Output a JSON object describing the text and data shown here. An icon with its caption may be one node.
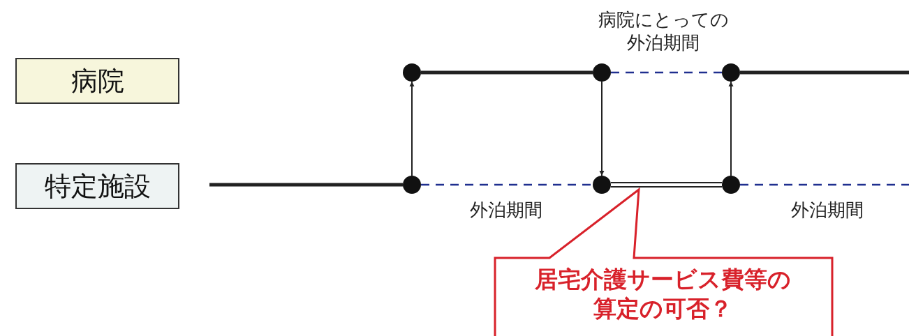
{
  "diagram": {
    "nodes": [
      {
        "text": [
          "病院"
        ]
      },
      {
        "text": [
          "特定施設"
        ]
      },
      {
        "text": [],
        "shape": "circle"
      },
      {
        "text": [],
        "shape": "circle"
      },
      {
        "text": [],
        "shape": "circle"
      },
      {
        "text": [],
        "shape": "circle"
      },
      {
        "text": [],
        "shape": "circle"
      },
      {
        "text": [],
        "shape": "circle"
      },
      {
        "text": [
          "居宅介護サービス費等の算定の可否？"
        ]
      }
    ],
    "edges": [
      {
        "from": 2,
        "to": 3,
        "arrow": "none",
        "style": "thick"
      },
      {
        "from": 3,
        "to": 4,
        "arrow": "none",
        "style": "dashed",
        "color": "#1f2f8f",
        "label": "病院にとっての外泊期間"
      },
      {
        "from": 4,
        "to": null,
        "arrow": "none",
        "style": "thick"
      },
      {
        "from": null,
        "to": 5,
        "arrow": "none",
        "style": "thick"
      },
      {
        "from": 5,
        "to": 6,
        "arrow": "none",
        "style": "dashed",
        "color": "#1f2f8f",
        "label": "外泊期間"
      },
      {
        "from": 6,
        "to": 7,
        "arrow": "none"
      },
      {
        "from": 7,
        "to": null,
        "arrow": "none",
        "style": "dashed",
        "color": "#1f2f8f",
        "label": "外泊期間"
      },
      {
        "from": 5,
        "to": 2,
        "arrow": "to"
      },
      {
        "from": 3,
        "to": 6,
        "arrow": "to"
      },
      {
        "from": 7,
        "to": 4,
        "arrow": "to"
      }
    ]
  }
}
